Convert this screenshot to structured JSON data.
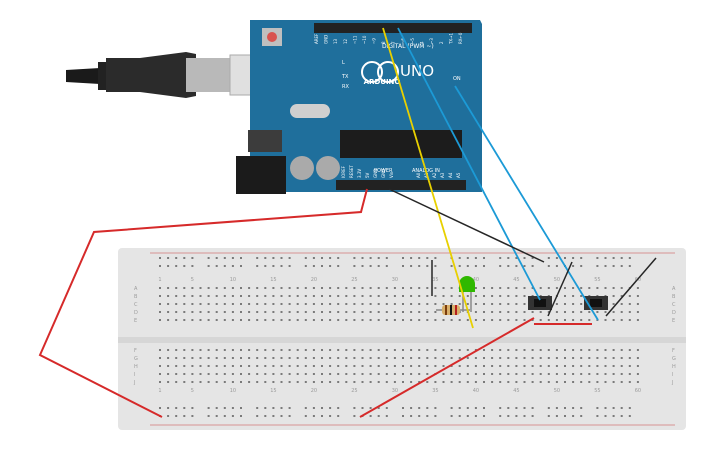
{
  "board": {
    "brand": "ARDUINO",
    "model": "UNO",
    "digital_header": "DIGITAL (PWM ~)",
    "power_header": "POWER",
    "analog_header": "ANALOG IN",
    "on_label": "ON",
    "l_label": "L",
    "tx_label": "TX",
    "rx_label": "RX",
    "digital_pins": [
      "AREF",
      "GND",
      "13",
      "12",
      "~11",
      "~10",
      "~9",
      "8",
      "7",
      "~6",
      "~5",
      "4",
      "~3",
      "2",
      "TX→1",
      "RX←0"
    ],
    "power_pins": [
      "IOREF",
      "RESET",
      "3.3V",
      "5V",
      "GND",
      "GND",
      "Vin"
    ],
    "analog_pins": [
      "A0",
      "A1",
      "A2",
      "A3",
      "A4",
      "A5"
    ]
  },
  "breadboard": {
    "column_numbers": [
      "1",
      "5",
      "10",
      "15",
      "20",
      "25",
      "30",
      "35",
      "40",
      "45",
      "50",
      "55",
      "60"
    ],
    "rows_top": [
      "A",
      "B",
      "C",
      "D",
      "E"
    ],
    "rows_bottom": [
      "F",
      "G",
      "H",
      "I",
      "J"
    ]
  },
  "colors": {
    "board": "#1f6f9c",
    "breadboard": "#e5e5e5",
    "wire_red": "#d62a2a",
    "wire_black": "#262626",
    "wire_blue": "#1c9ad6",
    "wire_yellow": "#e8d000",
    "led": "#2fb800"
  }
}
